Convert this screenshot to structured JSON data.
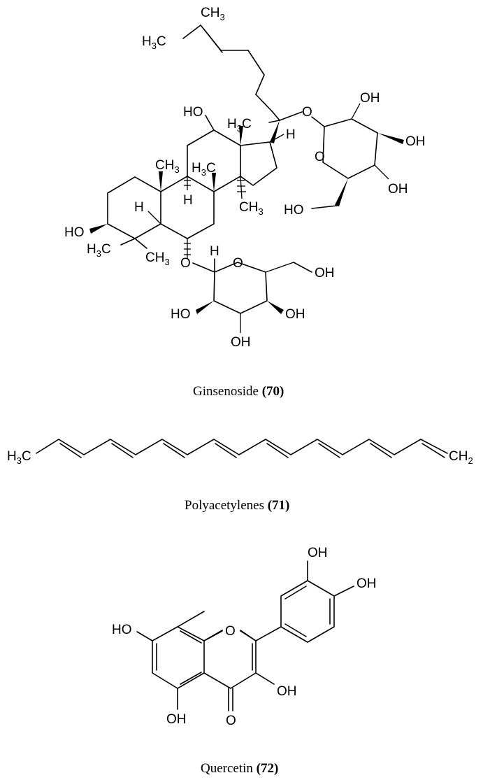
{
  "structures": [
    {
      "name": "Ginsenoside",
      "number": "(70)",
      "labels": {
        "ch3_a": "CH",
        "ch3_a_sub": "3",
        "h3c_a": "H",
        "h3c_a_sub": "3",
        "h3c_a_c": "C",
        "ho_12": "HO",
        "h3c_20": "H",
        "h3c_20_sub": "3",
        "h3c_20_c": "C",
        "o_20": "O",
        "h_17": "H",
        "ch3_10": "CH",
        "ch3_10_sub": "3",
        "h3c_8": "H",
        "h3c_8_sub": "3",
        "h3c_8_c": "C",
        "h_9": "H",
        "h_5": "H",
        "ch3_14": "CH",
        "ch3_14_sub": "3",
        "ho_3": "HO",
        "h3c_4": "H",
        "h3c_4_sub": "3",
        "h3c_4_c": "C",
        "ch3_4": "CH",
        "ch3_4_sub": "3",
        "o_6": "O",
        "h_anom": "H",
        "o_ring1": "O",
        "oh_ch2_1": "OH",
        "ho_s1_a": "HO",
        "oh_s1_b": "OH",
        "oh_s1_c": "OH",
        "o_ring2": "O",
        "oh_s2_a": "OH",
        "oh_s2_b": "OH",
        "oh_s2_c": "OH",
        "ho_ch2_2": "HO"
      }
    },
    {
      "name": "Polyacetylenes",
      "number": "(71)",
      "labels": {
        "h3c": "H",
        "h3c_sub": "3",
        "h3c_c": "C",
        "ch2": "CH",
        "ch2_sub": "2"
      }
    },
    {
      "name": "Quercetin",
      "number": "(72)",
      "labels": {
        "oh_top": "OH",
        "oh_right": "OH",
        "ho_left": "HO",
        "o_ring": "O",
        "oh_3": "OH",
        "oh_5": "OH",
        "o_keto": "O"
      }
    }
  ]
}
